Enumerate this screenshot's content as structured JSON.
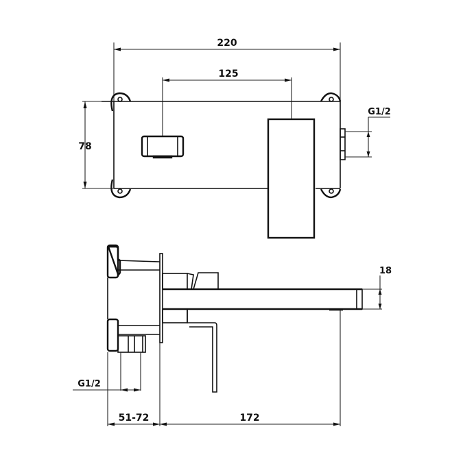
{
  "drawing": {
    "title": "Wall-mounted basin mixer technical drawing",
    "background": "#ffffff",
    "line_color": "#111111"
  },
  "front_view": {
    "dimensions": {
      "overall_width": "220",
      "centre_distance": "125",
      "plate_height": "78",
      "connection_thread": "G1/2"
    }
  },
  "side_view": {
    "dimensions": {
      "spout_height": "18",
      "connection_thread": "G1/2",
      "wall_depth_range": "51-72",
      "spout_projection": "172"
    }
  }
}
